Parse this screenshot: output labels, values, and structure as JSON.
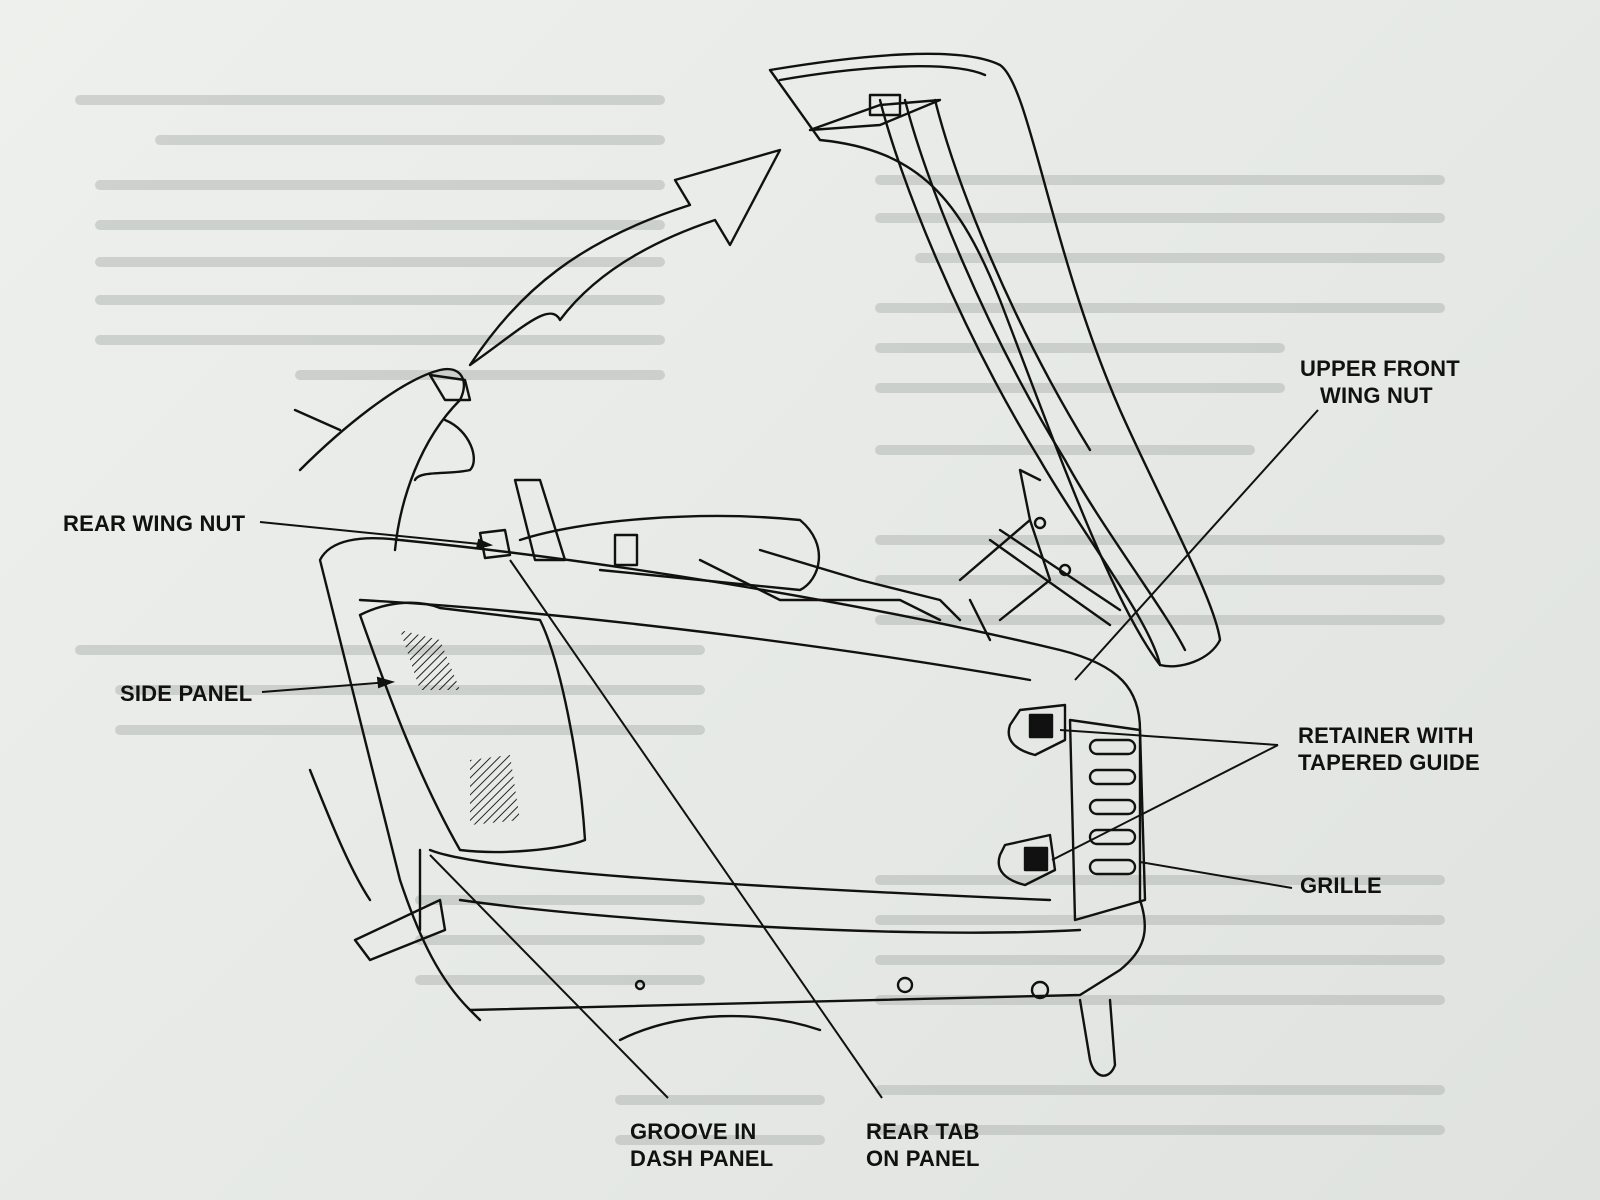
{
  "labels": {
    "rear_wing_nut": "REAR WING NUT",
    "side_panel": "SIDE PANEL",
    "upper_front_wing_nut": [
      "UPPER FRONT",
      "WING NUT"
    ],
    "retainer": [
      "RETAINER WITH",
      "TAPERED GUIDE"
    ],
    "grille": "GRILLE",
    "groove": [
      "GROOVE IN",
      "DASH PANEL"
    ],
    "rear_tab": [
      "REAR TAB",
      "ON PANEL"
    ]
  },
  "colors": {
    "ink": "#111111",
    "paper": "#e9ebe8",
    "bleed": "#9aa09c"
  }
}
